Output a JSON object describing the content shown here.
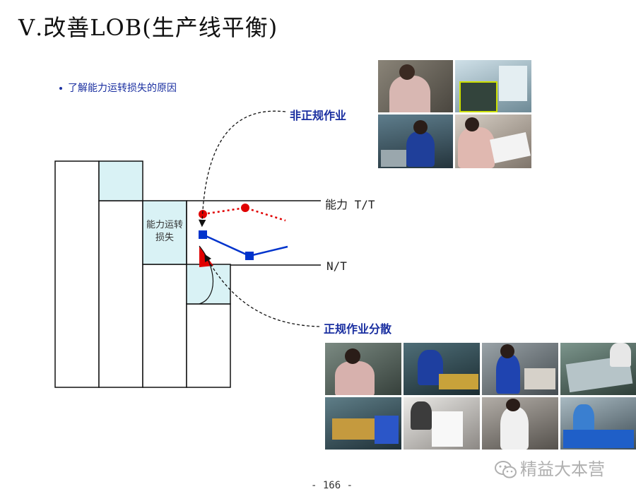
{
  "slide": {
    "title": "Ⅴ.改善LOB(生产线平衡)",
    "bullet": "了解能力运转损失的原因",
    "page_number": "- 166 -",
    "watermark": "精益大本营"
  },
  "diagram": {
    "box_label_line1": "能力运转",
    "box_label_line2": "损失",
    "capacity_line_label": "能力 T/T",
    "nt_line_label": "N/T",
    "callout_irregular": "非正规作业",
    "callout_dispersion": "正规作业分散"
  },
  "colors": {
    "title_text": "#111111",
    "accent_blue": "#1a2fa0",
    "loss_fill": "#d9f2f5",
    "red_marker": "#e00000",
    "blue_marker": "#0033cc"
  },
  "icons": {
    "watermark_logo": "wechat-icon"
  }
}
